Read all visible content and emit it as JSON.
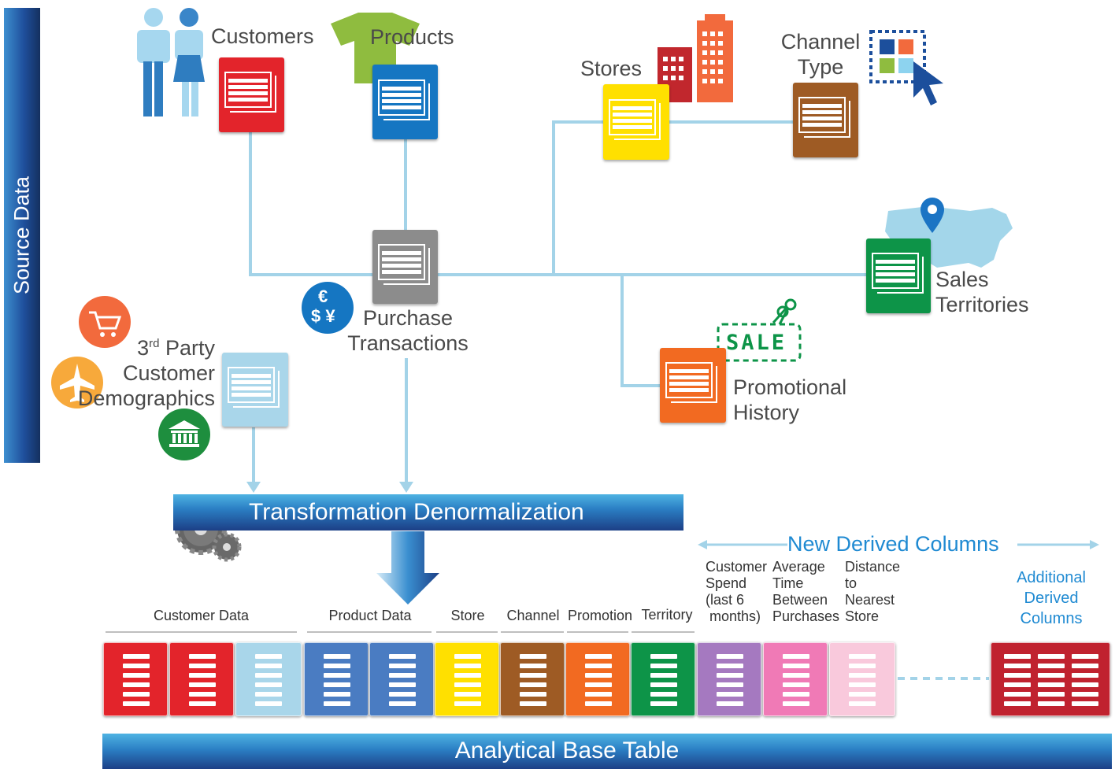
{
  "sidebar": {
    "label": "Source Data"
  },
  "sources": {
    "customers": "Customers",
    "products": "Products",
    "stores": "Stores",
    "channel_type_line1": "Channel",
    "channel_type_line2": "Type",
    "purchase_line1": "Purchase",
    "purchase_line2": "Transactions",
    "sales_line1": "Sales",
    "sales_line2": "Territories",
    "promo_line1": "Promotional",
    "promo_line2": "History",
    "third_party_rd": "rd",
    "third_party_line1": "3",
    "third_party_line1b": " Party",
    "third_party_line2": "Customer",
    "third_party_line3": "Demographics",
    "currency_euro": "€",
    "currency_dollar_yen": "$ ¥",
    "sale_tag": "SALE"
  },
  "transform": {
    "label": "Transformation Denormalization"
  },
  "derived": {
    "header": "New Derived Columns",
    "additional_line1": "Additional",
    "additional_line2": "Derived",
    "additional_line3": "Columns",
    "col1": [
      "Customer",
      "Spend",
      "(last 6",
      " months)"
    ],
    "col2": [
      "Average",
      "Time",
      "Between",
      "Purchases"
    ],
    "col3": [
      "Distance",
      "to",
      "Nearest",
      "Store"
    ]
  },
  "groups": {
    "customer": "Customer Data",
    "product": "Product Data",
    "store": "Store",
    "channel": "Channel",
    "promotion": "Promotion",
    "territory": "Territory"
  },
  "abt": {
    "label": "Analytical Base Table"
  },
  "colors": {
    "customer": "#e3242b",
    "customer_light": "#a9d6ea",
    "product": "#4a7cc2",
    "store": "#ffe000",
    "channel": "#9e5b24",
    "promotion": "#f26a21",
    "territory": "#0d9448",
    "derived_purple": "#a579c0",
    "derived_pink": "#f07ab6",
    "derived_lightpink": "#f9c9dc",
    "additional": "#c0222f",
    "connector": "#a3d3e8",
    "accent_blue": "#1f8ad2"
  },
  "icons": [
    "people-icon",
    "tshirt-icon",
    "buildings-icon",
    "cursor-grid-icon",
    "currency-icon",
    "usa-map-icon",
    "map-pin-icon",
    "sale-tag-icon",
    "scissors-icon",
    "cart-icon",
    "airplane-icon",
    "bank-icon",
    "gears-icon",
    "down-arrow-icon"
  ]
}
